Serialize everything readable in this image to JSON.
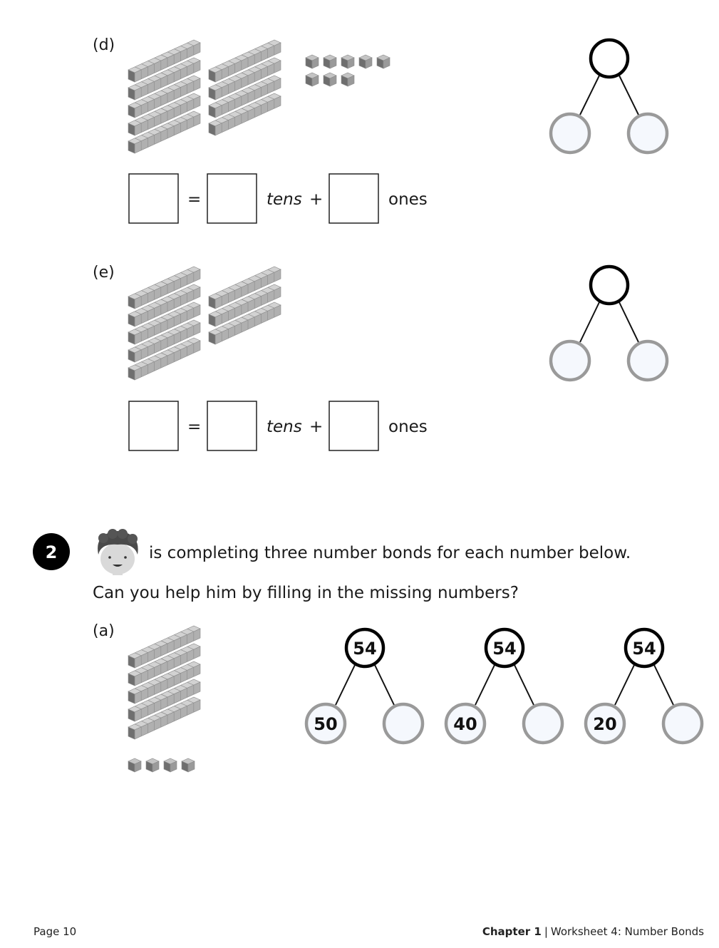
{
  "questions": {
    "d": {
      "label": "(d)",
      "blocks": {
        "rod_groups": [
          5,
          4
        ],
        "ones_rows": [
          5,
          3
        ]
      },
      "equation": {
        "equals": "=",
        "tens": "tens",
        "plus": "+",
        "ones": "ones"
      }
    },
    "e": {
      "label": "(e)",
      "blocks": {
        "rod_groups": [
          5,
          3
        ],
        "ones_rows": []
      },
      "equation": {
        "equals": "=",
        "tens": "tens",
        "plus": "+",
        "ones": "ones"
      }
    }
  },
  "question2": {
    "number": "2",
    "intro": "is completing three number bonds for each number below.",
    "prompt": "Can you help him by filling in the missing numbers?",
    "a": {
      "label": "(a)",
      "blocks": {
        "rod_groups": [
          5
        ],
        "ones_rows": [
          4
        ]
      },
      "bonds": [
        {
          "whole": "54",
          "part1": "50",
          "part2": ""
        },
        {
          "whole": "54",
          "part1": "40",
          "part2": ""
        },
        {
          "whole": "54",
          "part1": "20",
          "part2": ""
        }
      ]
    }
  },
  "footer": {
    "page": "Page 10",
    "chapter": "Chapter 1",
    "separator": "|",
    "worksheet": "Worksheet 4: Number Bonds"
  },
  "colors": {
    "bond_top": "#000000",
    "bond_part": "#9a9a9a",
    "bond_fill": "#f5f8fd"
  }
}
